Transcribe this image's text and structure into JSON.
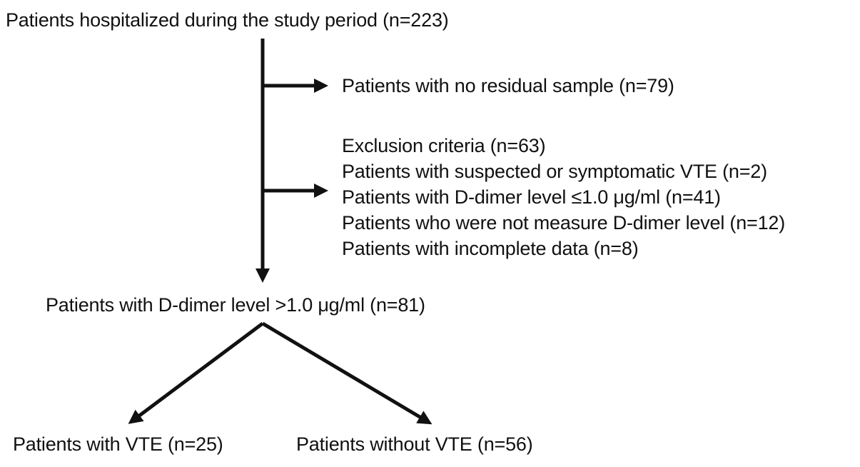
{
  "diagram": {
    "type": "flowchart",
    "colors": {
      "text": "#111111",
      "arrow": "#111111",
      "background": "#ffffff"
    },
    "nodes": {
      "hospitalized": "Patients hospitalized during the study period (n=223)",
      "no_residual_sample": "Patients with no residual sample (n=79)",
      "included": "Patients with D-dimer level >1.0 μg/ml (n=81)",
      "vte": "Patients with VTE (n=25)",
      "no_vte": "Patients without VTE (n=56)"
    },
    "exclusion": {
      "lines": [
        "Exclusion criteria (n=63)",
        "Patients with suspected or symptomatic VTE (n=2)",
        "Patients with D-dimer level ≤1.0 μg/ml (n=41)",
        "Patients who were not measure D-dimer level (n=12)",
        "Patients with incomplete data (n=8)"
      ]
    },
    "counts": {
      "hospitalized": 223,
      "no_residual_sample": 79,
      "excluded_total": 63,
      "suspected_or_symptomatic_vte": 2,
      "d_dimer_low": 41,
      "d_dimer_not_measured": 12,
      "incomplete_data": 8,
      "included": 81,
      "vte": 25,
      "no_vte": 56
    }
  }
}
